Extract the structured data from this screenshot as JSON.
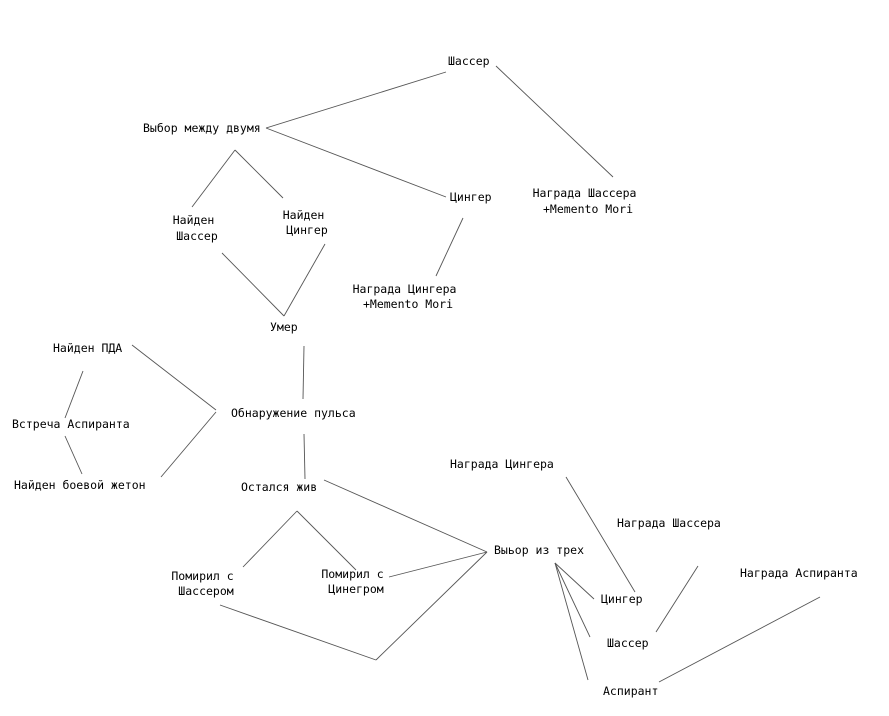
{
  "nodes": {
    "chasser_top": "Шассер",
    "choice_two": "Выбор между двумя",
    "zinger_top": "Цингер",
    "reward_chasser_mm": [
      "Награда Шассера",
      "+Memento Mori"
    ],
    "found_chasser": [
      "Найден",
      "Шассер"
    ],
    "found_zinger": [
      "Найден",
      "Цингер"
    ],
    "reward_zinger_mm": [
      "Награда Цингера",
      "+Memento Mori"
    ],
    "died": "Умер",
    "found_pda": "Найден ПДА",
    "meet_aspirant": "Встреча Аспиранта",
    "found_token": "Найден боевой жетон",
    "pulse": "Обнаружение пульса",
    "survived": "Остался жив",
    "reconciled_chasser": [
      "Помирил с",
      "Шассером"
    ],
    "reconciled_zinger": [
      "Помирил с",
      "Цинегром"
    ],
    "choice_three": "Выьор из трех",
    "reward_zinger": "Награда Цингера",
    "reward_chasser": "Награда Шассера",
    "reward_aspirant": "Награда Аспиранта",
    "zinger_bottom": "Цингер",
    "chasser_bottom": "Шассер",
    "aspirant_bottom": "Аспирант"
  }
}
